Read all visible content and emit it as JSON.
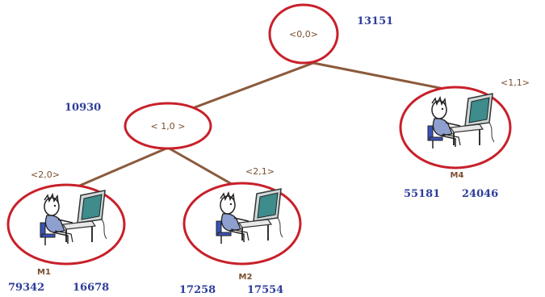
{
  "colors": {
    "edge": "#8B5A3C",
    "circle": "#C8202A",
    "value_text": "#2E3D99",
    "label_text": "#7A4E2E",
    "monitor": "#3E8C8C"
  },
  "nodes": {
    "root": {
      "label": "<0,0>",
      "value": "13151"
    },
    "n10": {
      "label": "< 1,0 >",
      "value": "10930"
    },
    "n11": {
      "label": "<1,1>",
      "machine": "M4",
      "values": [
        "55181",
        "24046"
      ],
      "icon": "computer-user-icon"
    },
    "n20": {
      "label": "<2,0>",
      "machine": "M1",
      "values": [
        "79342",
        "16678"
      ],
      "icon": "computer-user-icon"
    },
    "n21": {
      "label": "<2,1>",
      "machine": "M2",
      "values": [
        "17258",
        "17554"
      ],
      "icon": "computer-user-icon"
    }
  }
}
